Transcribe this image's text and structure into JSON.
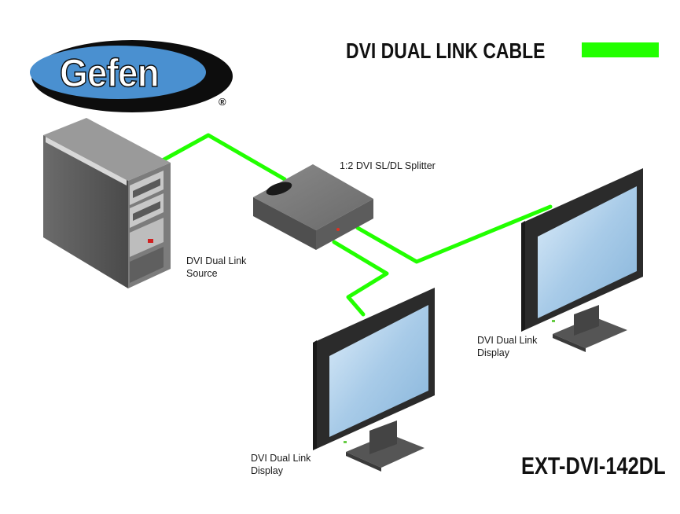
{
  "header": {
    "title": "DVI DUAL LINK CABLE",
    "legend_color": "#22ff00"
  },
  "logo": {
    "brand": "Gefen",
    "registered_mark": "®"
  },
  "labels": {
    "splitter": "1:2 DVI SL/DL Splitter",
    "source_line1": "DVI Dual Link",
    "source_line2": "Source",
    "display_right_line1": "DVI Dual Link",
    "display_right_line2": "Display",
    "display_bottom_line1": "DVI Dual Link",
    "display_bottom_line2": "Display"
  },
  "model": "EXT-DVI-142DL",
  "colors": {
    "cable": "#22ff00",
    "logo_blue": "#4a90d0",
    "logo_dark": "#0d0d0d"
  }
}
